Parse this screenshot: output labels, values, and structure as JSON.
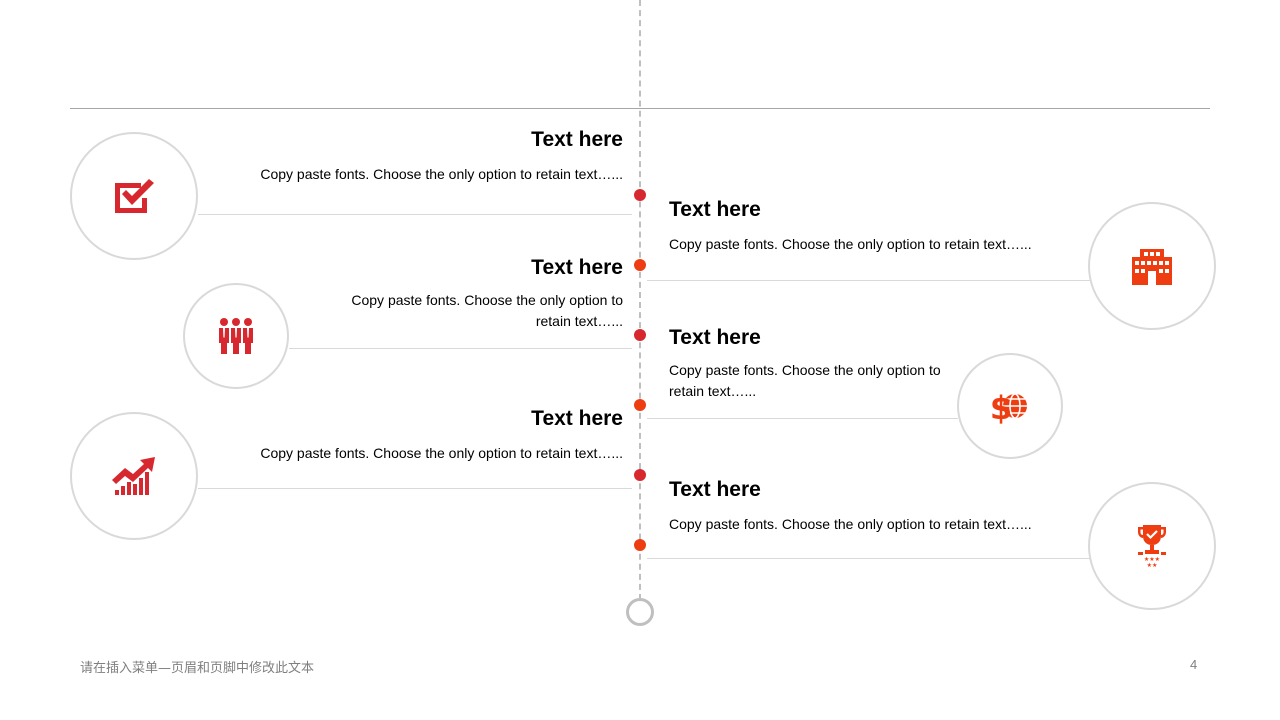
{
  "colors": {
    "red": "#d7282f",
    "orange": "#ee3d11",
    "line": "#bfbfbf",
    "ring": "#d9d9d9"
  },
  "items": [
    {
      "side": "left",
      "title": "Text here",
      "text": "Copy paste fonts. Choose the only option to retain text…...",
      "icon": "checkbox-icon"
    },
    {
      "side": "right",
      "title": "Text here",
      "text": "Copy paste fonts. Choose the only option to retain text…...",
      "icon": "building-icon"
    },
    {
      "side": "left",
      "title": "Text here",
      "text": "Copy paste fonts. Choose the only option to retain text…...",
      "icon": "team-icon"
    },
    {
      "side": "right",
      "title": "Text here",
      "text": "Copy paste fonts. Choose the only option to retain text…...",
      "icon": "global-dollar-icon"
    },
    {
      "side": "left",
      "title": "Text here",
      "text": "Copy paste fonts. Choose the only option to retain text…...",
      "icon": "growth-chart-icon"
    },
    {
      "side": "right",
      "title": "Text here",
      "text": "Copy paste fonts. Choose the only option to retain text…...",
      "icon": "trophy-icon"
    }
  ],
  "footer": {
    "text": "请在插入菜单—页眉和页脚中修改此文本",
    "page_number": "4"
  }
}
